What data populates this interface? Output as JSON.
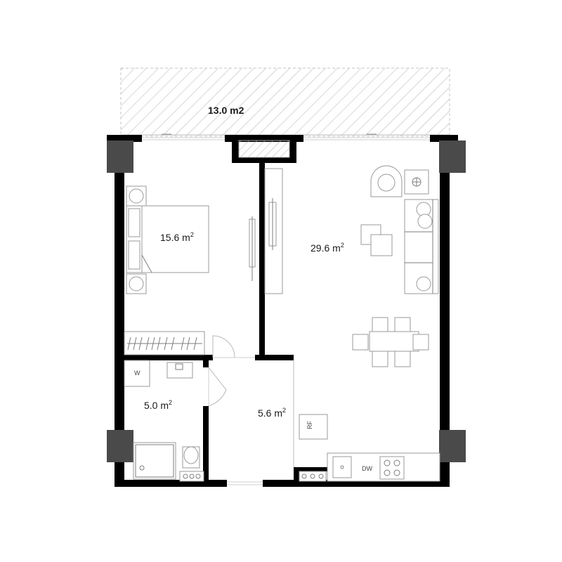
{
  "plan": {
    "balcony": {
      "area": "13.0 m2"
    },
    "rooms": [
      {
        "id": "bedroom",
        "area": "15.6 m",
        "unit_sup": "2"
      },
      {
        "id": "living",
        "area": "29.6 m",
        "unit_sup": "2"
      },
      {
        "id": "bathroom",
        "area": "5.0 m",
        "unit_sup": "2"
      },
      {
        "id": "hall",
        "area": "5.6 m",
        "unit_sup": "2"
      }
    ],
    "appliances": {
      "washer": "W",
      "fridge": "RF",
      "dishwasher": "DW"
    },
    "colors": {
      "wall": "#000000",
      "column": "#4a4a4a",
      "furniture_line": "#9a9a9a",
      "hatch": "#b0b0b0"
    }
  }
}
